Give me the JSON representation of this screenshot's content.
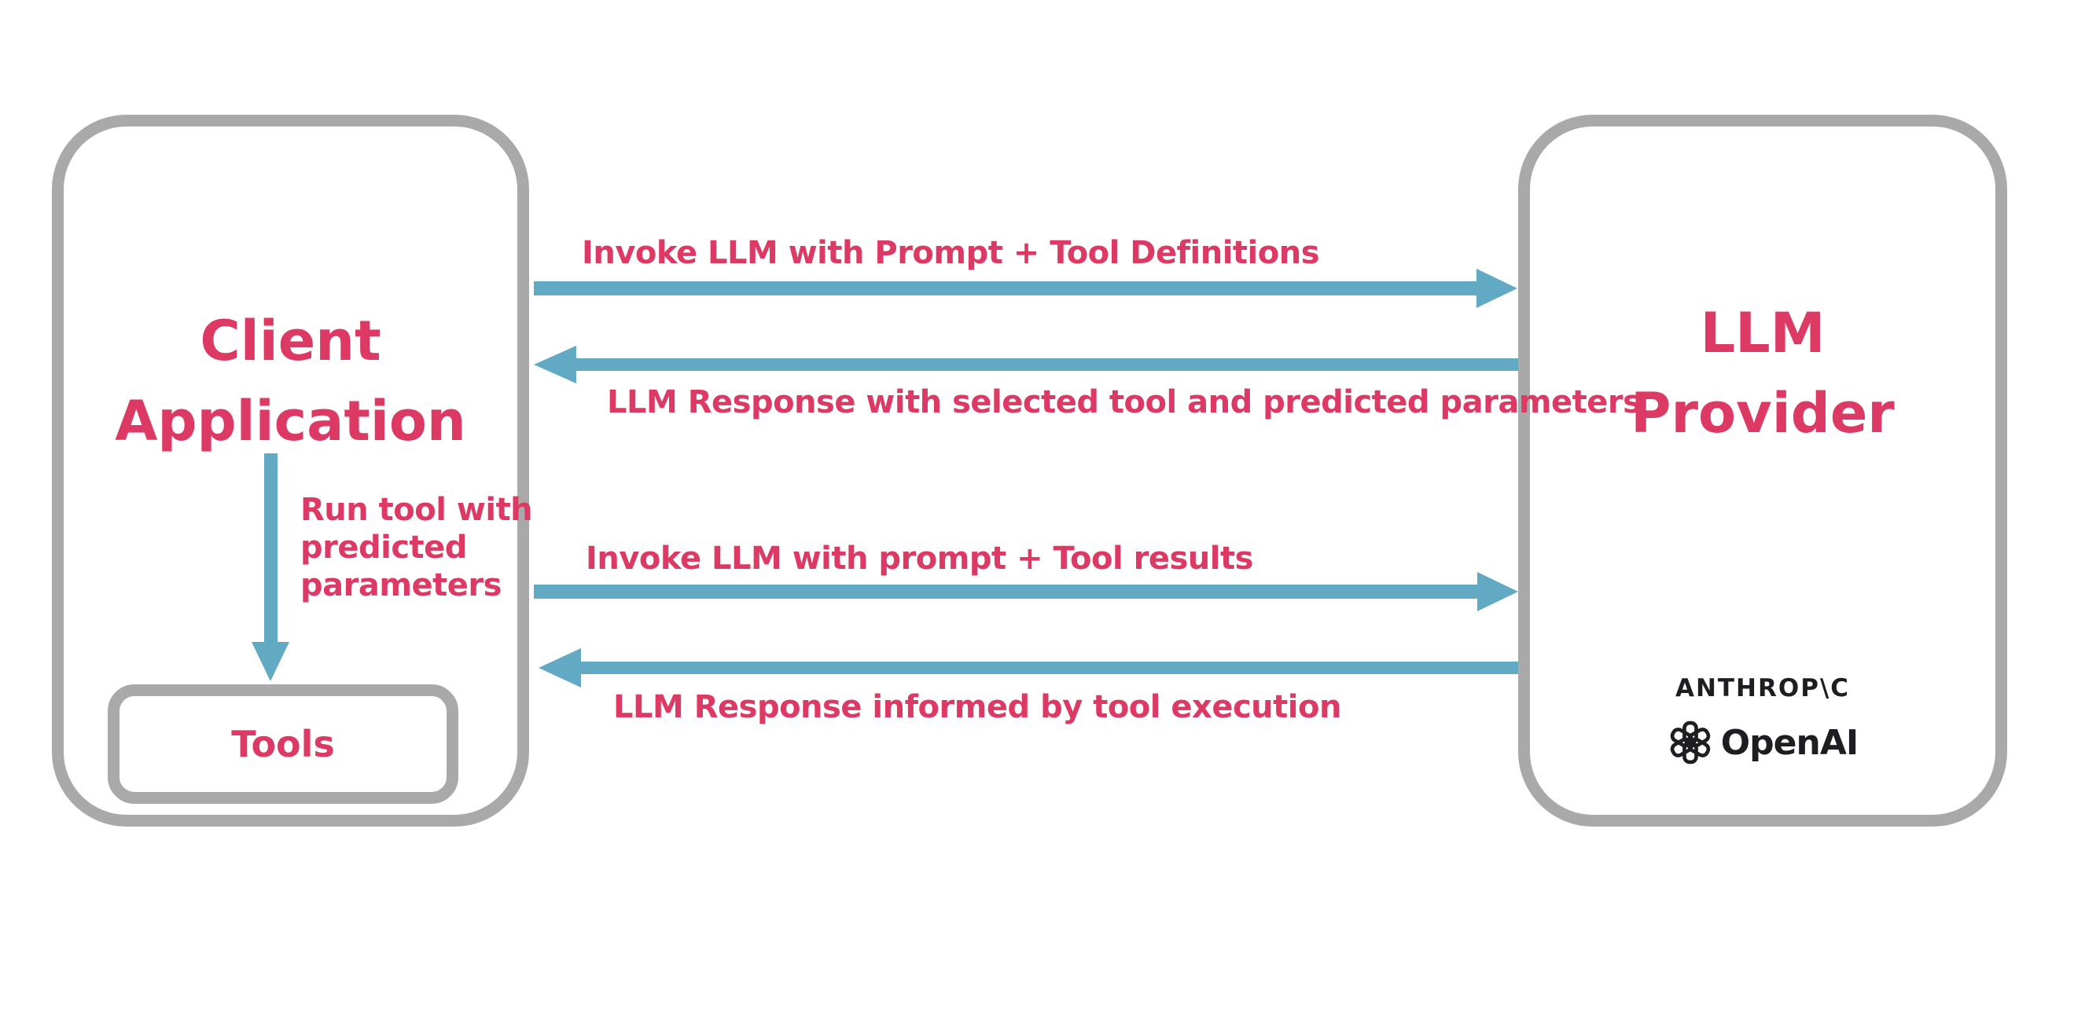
{
  "colors": {
    "accent_pink": "#DC3A64",
    "arrow_blue": "#62A9C3",
    "border_gray": "#A9A9A9",
    "logo_black": "#1E1E22"
  },
  "client_box": {
    "title_lines": [
      "Client",
      "Application"
    ],
    "tools_label": "Tools"
  },
  "llm_box": {
    "title_lines": [
      "LLM",
      "Provider"
    ],
    "providers": {
      "anthropic": "ANTHROP\\C",
      "openai": "OpenAI"
    }
  },
  "run_tool": {
    "lines": [
      "Run tool with",
      "predicted",
      "parameters"
    ]
  },
  "messages": [
    {
      "label": "Invoke LLM with Prompt + Tool Definitions",
      "direction": "right"
    },
    {
      "label": "LLM Response with selected tool and predicted parameters",
      "direction": "left"
    },
    {
      "label": "Invoke LLM with prompt + Tool results",
      "direction": "right"
    },
    {
      "label": "LLM Response informed by tool execution",
      "direction": "left"
    }
  ]
}
